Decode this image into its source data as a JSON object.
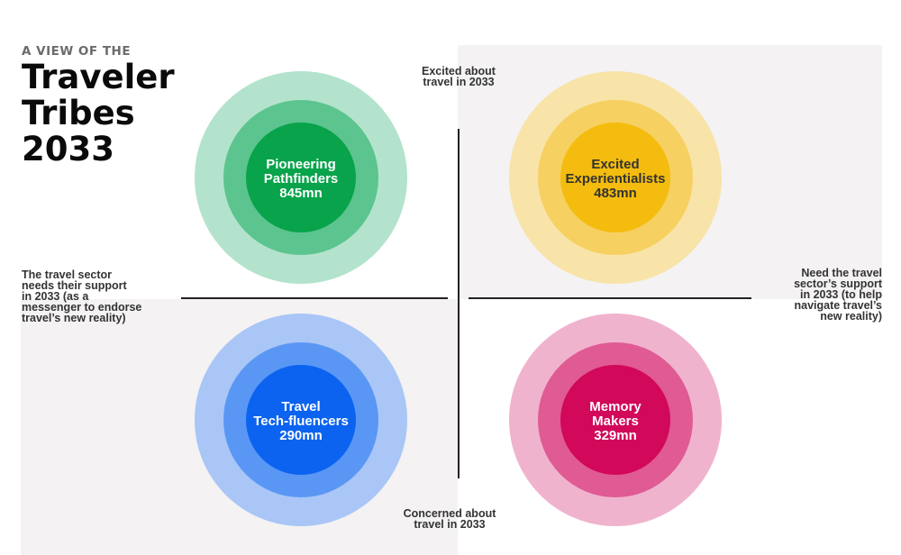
{
  "header": {
    "kicker": "A VIEW OF THE",
    "title_lines": [
      "Traveler",
      "Tribes",
      "2033"
    ]
  },
  "axes": {
    "top": [
      "Excited about",
      "travel in 2033"
    ],
    "bottom": [
      "Concerned about",
      "travel in 2033"
    ],
    "left": [
      "The travel sector",
      "needs their support",
      "in 2033 (as a",
      "messenger to endorse",
      "travel’s new reality)"
    ],
    "right": [
      "Need the travel",
      "sector’s support",
      "in 2033 (to help",
      "navigate travel’s",
      "new reality)"
    ]
  },
  "tribes": [
    {
      "name_lines": [
        "Pioneering",
        "Pathfinders"
      ],
      "size": "845mn",
      "colors": [
        "#b3e3cc",
        "#5cc48e",
        "#08a34b"
      ],
      "text_color": "#ffffff"
    },
    {
      "name_lines": [
        "Excited",
        "Experientialists"
      ],
      "size": "483mn",
      "colors": [
        "#f8e3a8",
        "#f6d060",
        "#f4bc0e"
      ],
      "text_color": "#333333"
    },
    {
      "name_lines": [
        "Travel",
        "Tech-fluencers"
      ],
      "size": "290mn",
      "colors": [
        "#a9c6f6",
        "#5a97f4",
        "#0b63f0"
      ],
      "text_color": "#ffffff"
    },
    {
      "name_lines": [
        "Memory",
        "Makers"
      ],
      "size": "329mn",
      "colors": [
        "#f0b3cd",
        "#e05a93",
        "#d2085a"
      ],
      "text_color": "#ffffff"
    }
  ]
}
